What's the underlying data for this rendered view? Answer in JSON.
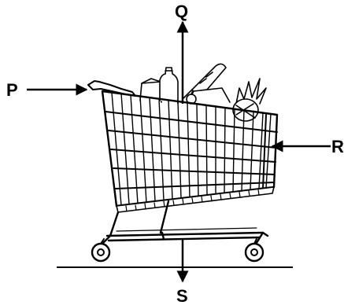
{
  "labels": {
    "p": "P",
    "q": "Q",
    "r": "R",
    "s": "S"
  },
  "colors": {
    "ink": "#000000",
    "background": "#ffffff"
  },
  "icons": [
    "shopping-cart-icon"
  ]
}
